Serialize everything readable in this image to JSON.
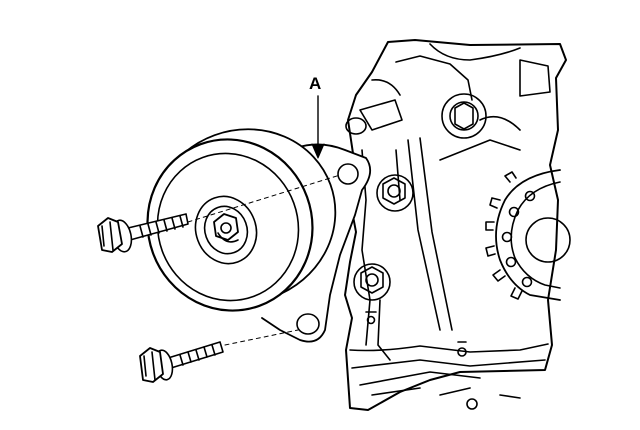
{
  "figure": {
    "callout_label": "A",
    "line_color": "#000000",
    "background": "#ffffff",
    "parts": [
      "engine-block",
      "idler-pulley",
      "pulley-bracket",
      "mounting-bolt-upper",
      "mounting-bolt-lower",
      "camshaft-sprocket"
    ]
  }
}
